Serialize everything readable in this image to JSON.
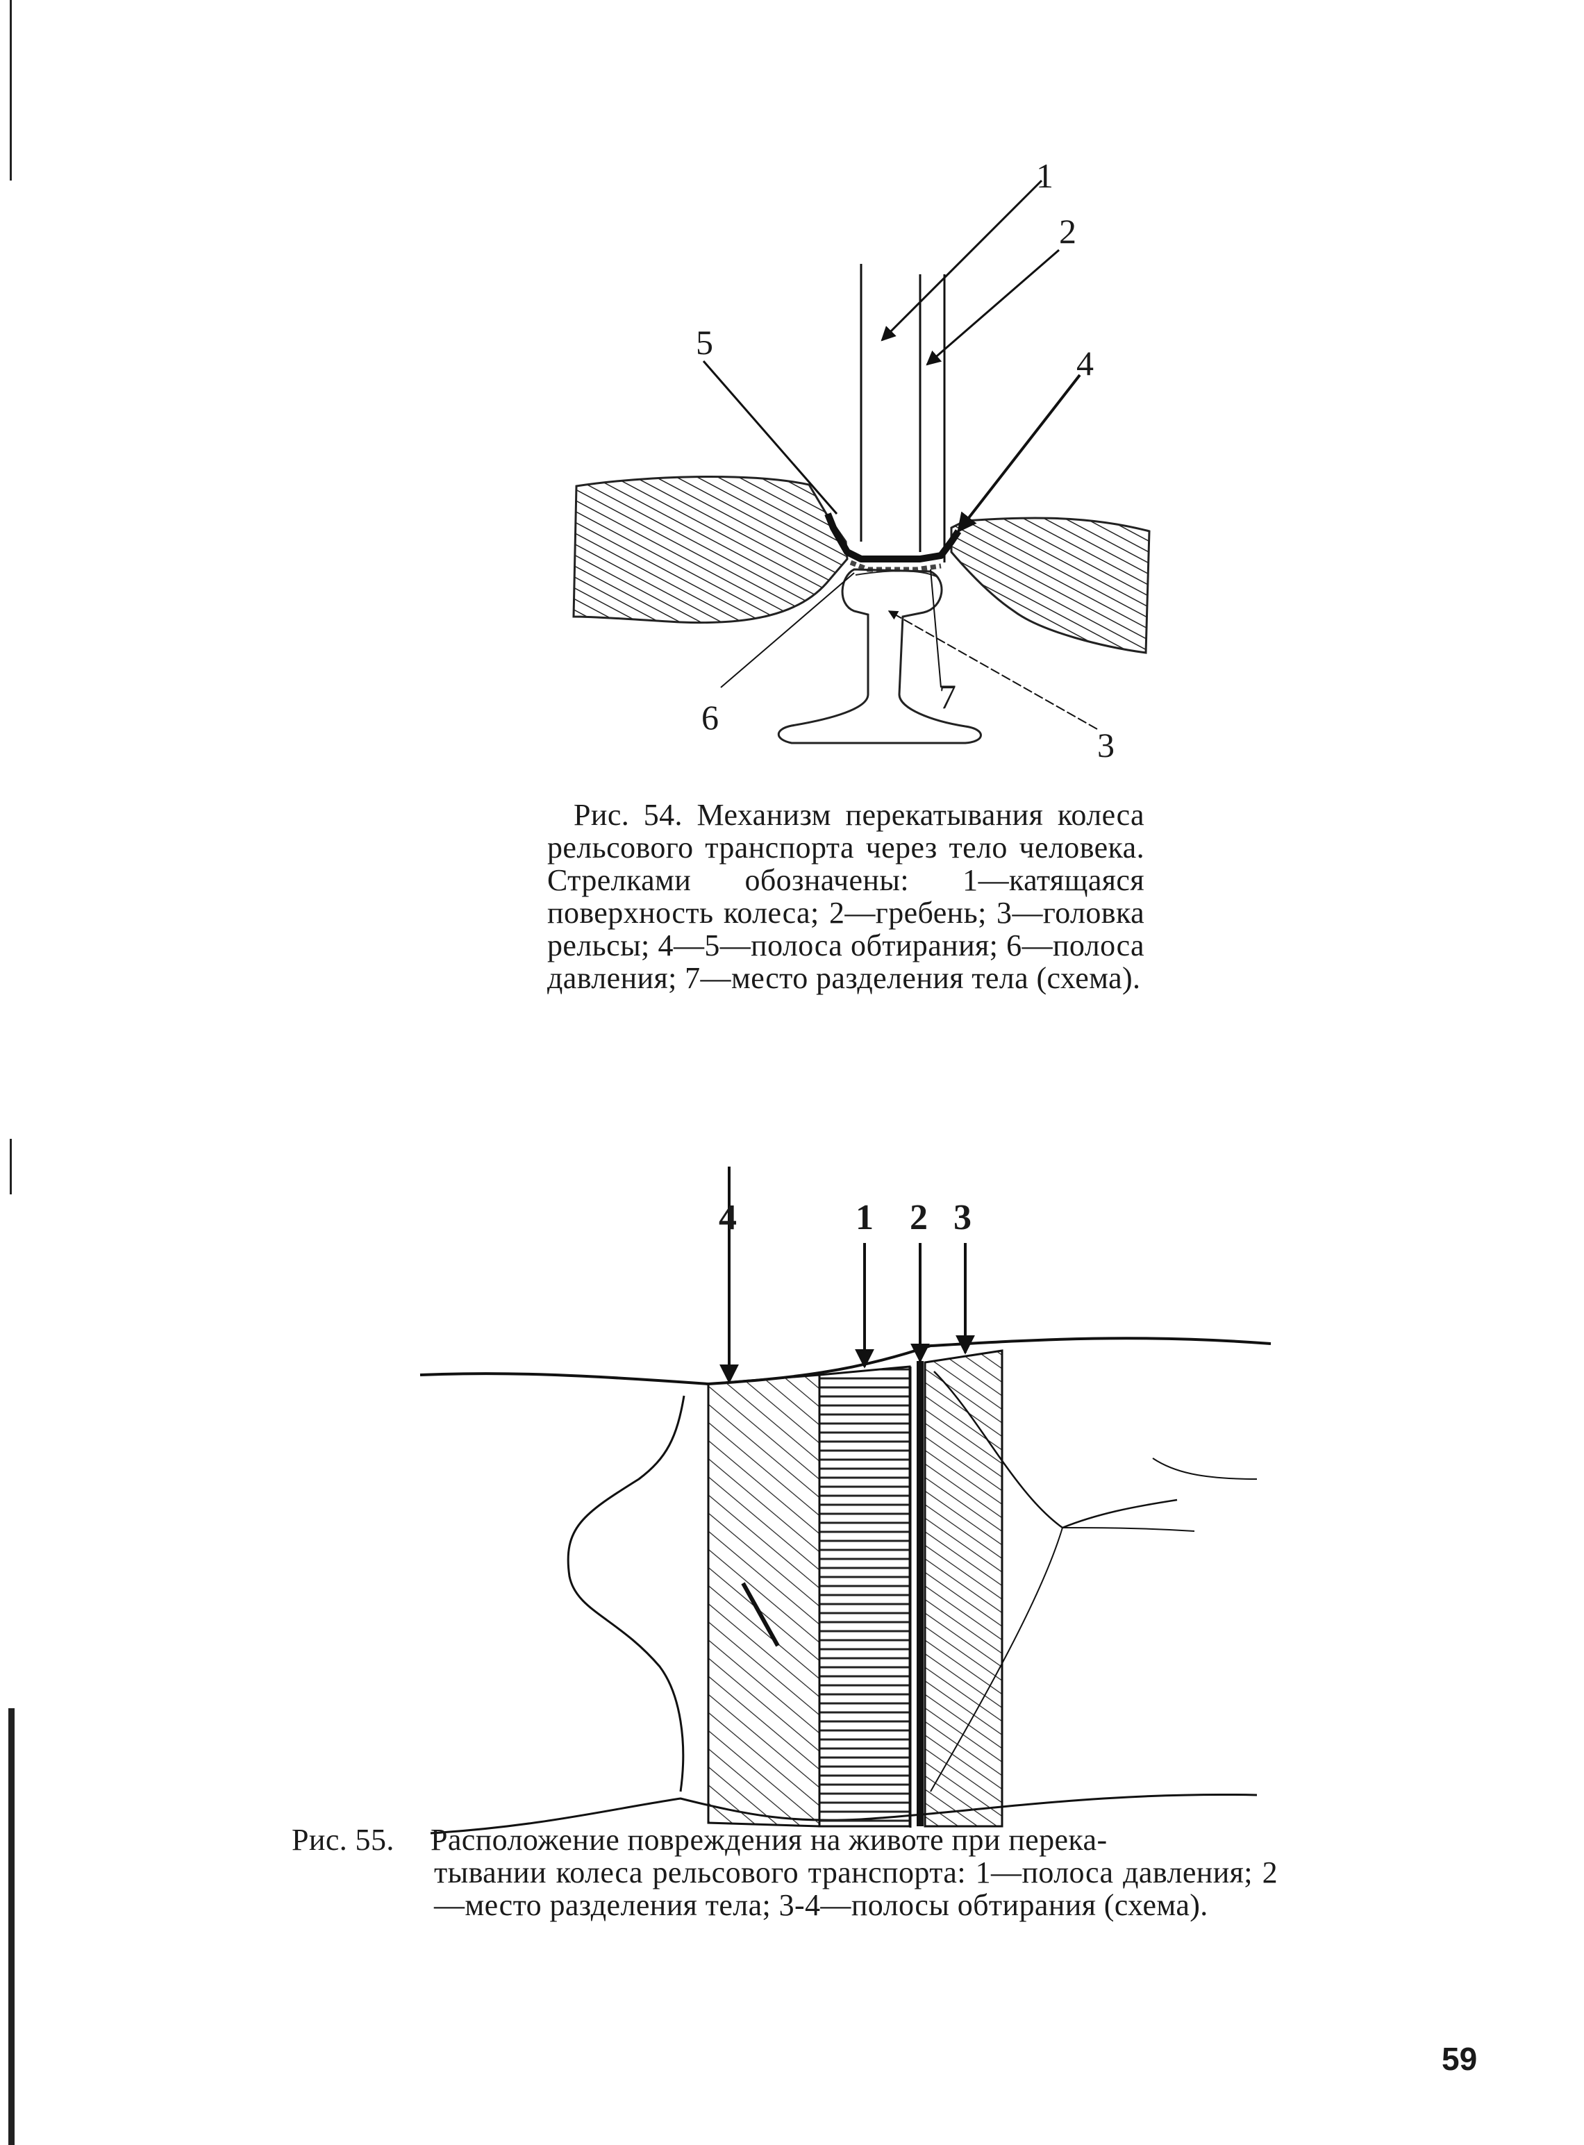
{
  "figure54": {
    "callouts": {
      "c1": "1",
      "c2": "2",
      "c3": "3",
      "c4": "4",
      "c5": "5",
      "c6": "6",
      "c7": "7"
    },
    "caption": "Рис. 54. Механизм перекатывания колеса рельсового транспорта через тело человека. Стрелками обозначены: 1—катящаяся поверхность колеса; 2—гребень; 3—головка рельсы; 4—5—полоса обтирания; 6—полоса давления; 7—место разделения тела (схема)."
  },
  "figure55": {
    "callouts": {
      "c4": "4",
      "c1": "1",
      "c2": "2",
      "c3": "3"
    },
    "caption_label": "Рис. 55.",
    "caption_first_line": "Расположение повреждения на животе при перека-",
    "caption_rest": "тывании колеса рельсового транспорта: 1—полоса давления; 2—место разделения тела; 3-4—полосы обтирания (схема)."
  },
  "page_number": "59"
}
